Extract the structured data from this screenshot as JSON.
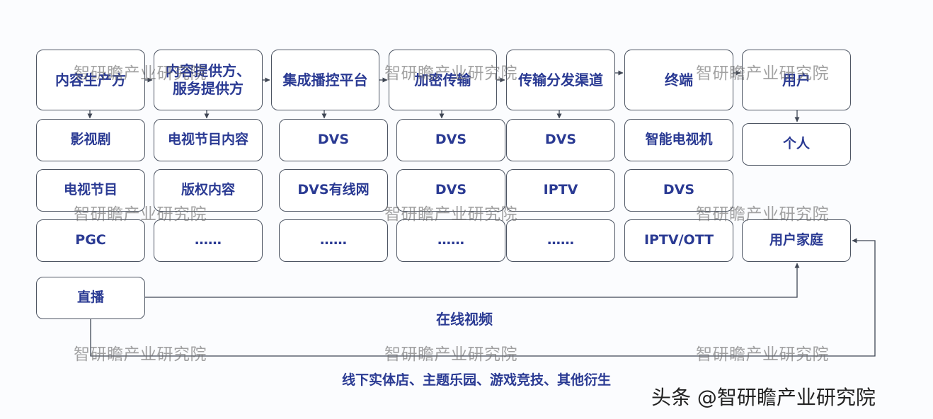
{
  "columns": [
    {
      "header": "内容生产方",
      "items": [
        "影视剧",
        "电视节目",
        "PGC",
        "直播"
      ]
    },
    {
      "header": "内容提供方、服务提供方",
      "items": [
        "电视节目内容",
        "版权内容",
        "……"
      ]
    },
    {
      "header": "集成播控平台",
      "items": [
        "DVS",
        "DVS有线网",
        "……"
      ]
    },
    {
      "header": "加密传输",
      "items": [
        "DVS",
        "DVS",
        "……"
      ]
    },
    {
      "header": "传输分发渠道",
      "items": [
        "DVS",
        "IPTV",
        "……"
      ]
    },
    {
      "header": "终端",
      "items": [
        "智能电视机",
        "DVS",
        "IPTV/OTT"
      ]
    },
    {
      "header": "用户",
      "items": [
        "个人",
        "用户家庭"
      ]
    }
  ],
  "flows": {
    "online": "在线视频",
    "offline": "线下实体店、主题乐园、游戏竞技、其他衍生"
  },
  "watermark": "智研瞻产业研究院",
  "credit": "头条 @智研瞻产业研究院",
  "colors": {
    "text": "#2a3a93",
    "border": "#4d5563",
    "line": "#3f4654",
    "watermark": "#696969"
  }
}
